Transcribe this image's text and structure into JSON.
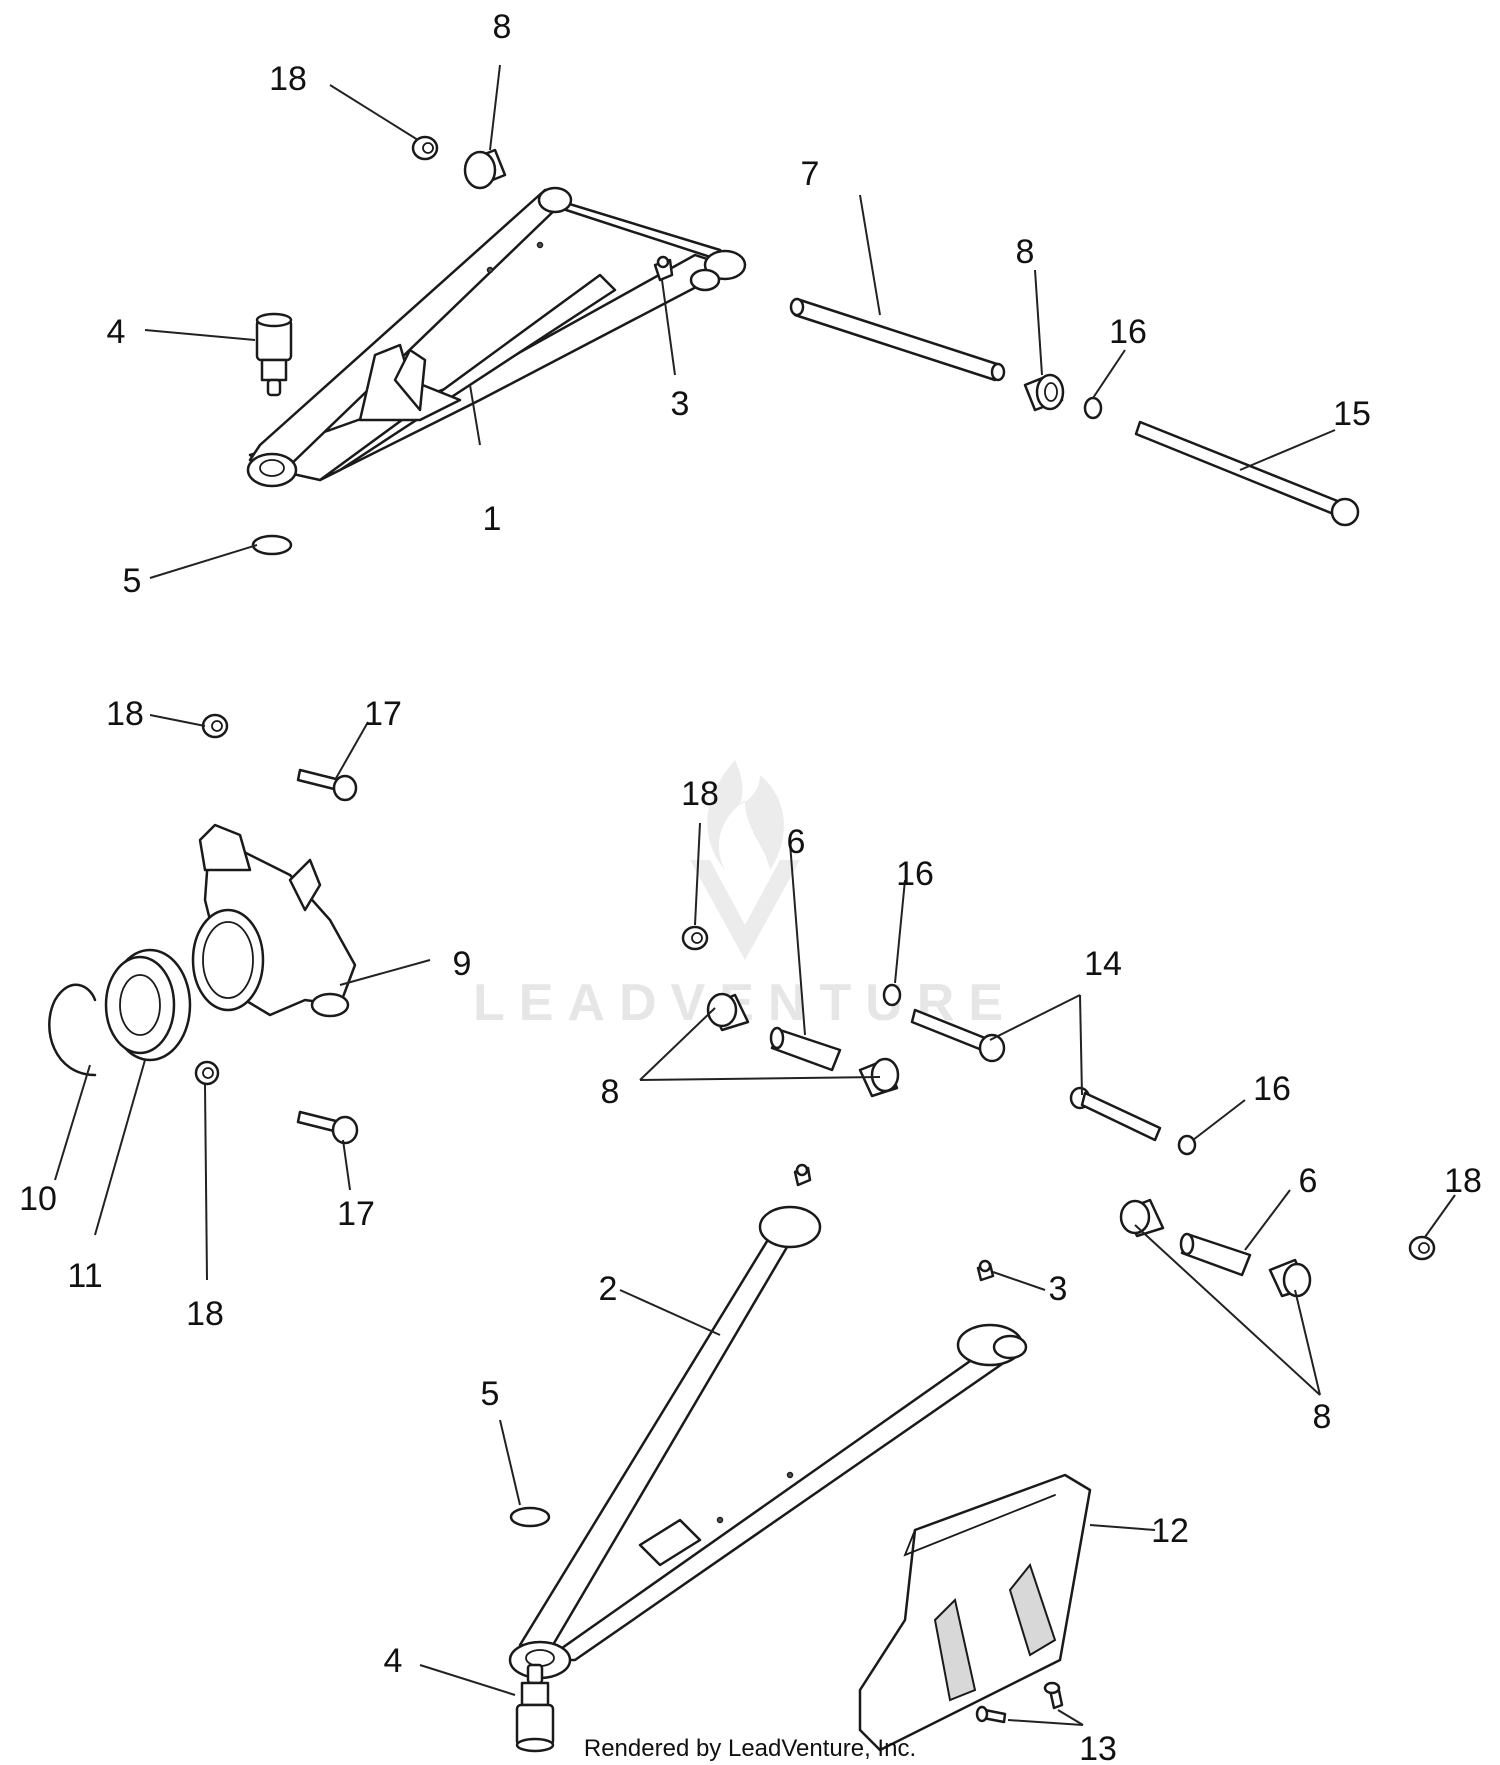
{
  "watermark": {
    "text": "LEADVENTURE"
  },
  "credit": "Rendered by LeadVenture, Inc.",
  "callouts": {
    "c1": "1",
    "c2": "2",
    "c3a": "3",
    "c3b": "3",
    "c4a": "4",
    "c4b": "4",
    "c5a": "5",
    "c5b": "5",
    "c6a": "6",
    "c6b": "6",
    "c7": "7",
    "c8a": "8",
    "c8b": "8",
    "c8c": "8",
    "c8d": "8",
    "c9": "9",
    "c10": "10",
    "c11": "11",
    "c12": "12",
    "c13": "13",
    "c14": "14",
    "c15": "15",
    "c16a": "16",
    "c16b": "16",
    "c16c": "16",
    "c17a": "17",
    "c17b": "17",
    "c18a": "18",
    "c18b": "18",
    "c18c": "18",
    "c18d": "18",
    "c18e": "18"
  }
}
